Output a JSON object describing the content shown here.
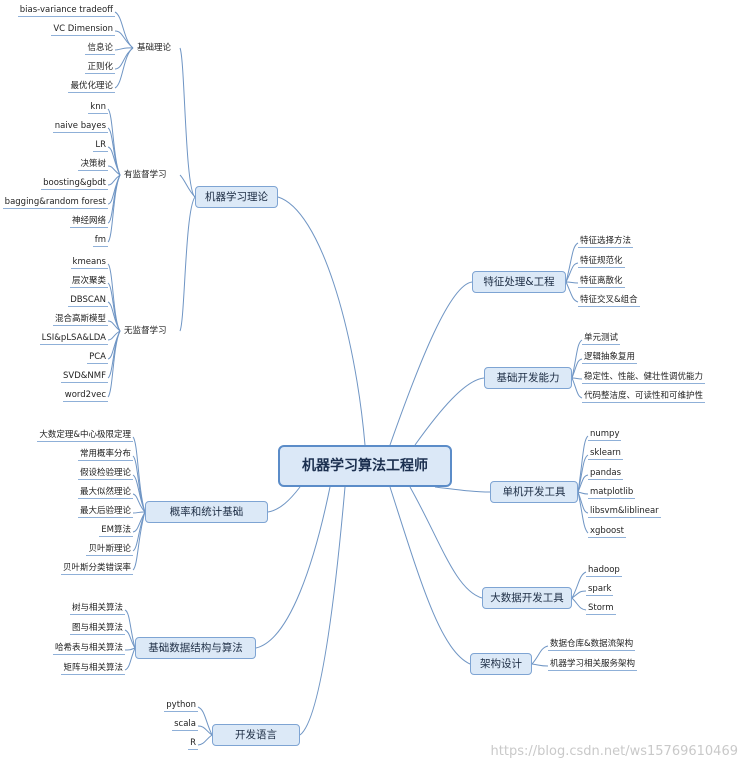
{
  "central": "机器学习算法工程师",
  "branches": {
    "ml_theory": {
      "label": "机器学习理论",
      "basic": {
        "label": "基础理论",
        "items": [
          "bias-variance tradeoff",
          "VC Dimension",
          "信息论",
          "正则化",
          "最优化理论"
        ]
      },
      "supervised": {
        "label": "有监督学习",
        "items": [
          "knn",
          "naive bayes",
          "LR",
          "决策树",
          "boosting&gbdt",
          "bagging&random forest",
          "神经网络",
          "fm"
        ]
      },
      "unsupervised": {
        "label": "无监督学习",
        "items": [
          "kmeans",
          "层次聚类",
          "DBSCAN",
          "混合高斯模型",
          "LSI&pLSA&LDA",
          "PCA",
          "SVD&NMF",
          "word2vec"
        ]
      }
    },
    "probability": {
      "label": "概率和统计基础",
      "items": [
        "大数定理&中心极限定理",
        "常用概率分布",
        "假设检验理论",
        "最大似然理论",
        "最大后验理论",
        "EM算法",
        "贝叶斯理论",
        "贝叶斯分类错误率"
      ]
    },
    "data_structures": {
      "label": "基础数据结构与算法",
      "items": [
        "树与相关算法",
        "图与相关算法",
        "哈希表与相关算法",
        "矩阵与相关算法"
      ]
    },
    "languages": {
      "label": "开发语言",
      "items": [
        "python",
        "scala",
        "R"
      ]
    },
    "features": {
      "label": "特征处理&工程",
      "items": [
        "特征选择方法",
        "特征规范化",
        "特征离散化",
        "特征交叉&组合"
      ]
    },
    "dev_skills": {
      "label": "基础开发能力",
      "items": [
        "单元测试",
        "逻辑抽象复用",
        "稳定性、性能、健壮性调优能力",
        "代码整洁度、可读性和可维护性"
      ]
    },
    "single_tools": {
      "label": "单机开发工具",
      "items": [
        "numpy",
        "sklearn",
        "pandas",
        "matplotlib",
        "libsvm&liblinear",
        "xgboost"
      ]
    },
    "bigdata_tools": {
      "label": "大数据开发工具",
      "items": [
        "hadoop",
        "spark",
        "Storm"
      ]
    },
    "architecture": {
      "label": "架构设计",
      "items": [
        "数据仓库&数据流架构",
        "机器学习相关服务架构"
      ]
    }
  },
  "watermark": "https://blog.csdn.net/ws15769610469",
  "colors": {
    "line": "#6f95c4",
    "node_fill": "#dce9f7",
    "node_border": "#7ea4d3",
    "central_border": "#5b8cc8"
  }
}
